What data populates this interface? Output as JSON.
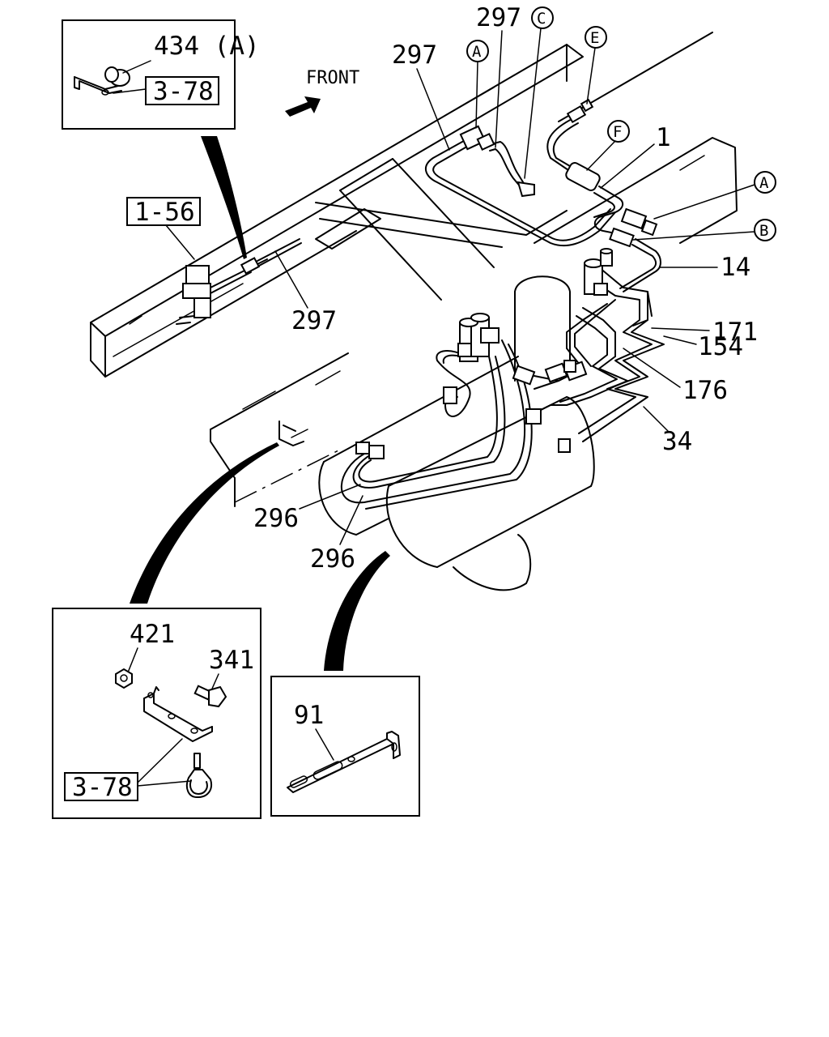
{
  "header": {
    "direction_label": "FRONT"
  },
  "callouts": {
    "c_434a": "434 (A)",
    "c_3_78_top": "3-78",
    "c_1_56": "1-56",
    "c_297_left": "297",
    "c_297_top1": "297",
    "c_297_top2": "297",
    "c_1": "1",
    "c_14": "14",
    "c_171": "171",
    "c_154": "154",
    "c_176": "176",
    "c_34": "34",
    "c_296_a": "296",
    "c_296_b": "296",
    "c_421": "421",
    "c_341": "341",
    "c_3_78_bottom": "3-78",
    "c_91": "91"
  },
  "connectors": {
    "A_top": "A",
    "C_top": "C",
    "E_top": "E",
    "F_mid": "F",
    "A_right": "A",
    "B_right": "B"
  }
}
